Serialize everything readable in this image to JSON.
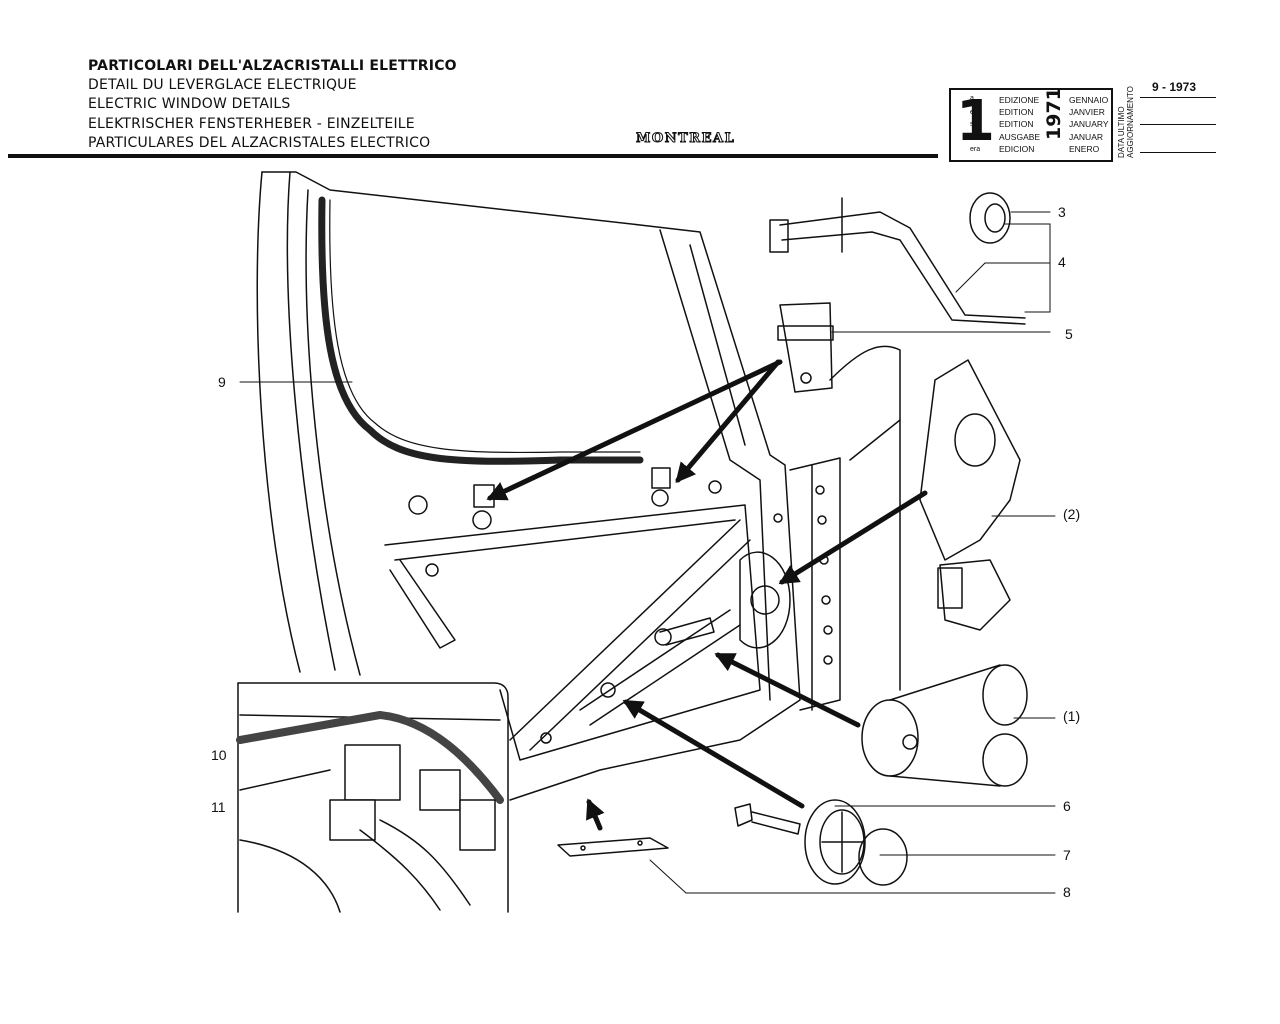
{
  "header": {
    "titles": [
      "PARTICOLARI DELL'ALZACRISTALLI ELETTRICO",
      "DETAIL DU LEVERGLACE ELECTRIQUE",
      "ELECTRIC WINDOW DETAILS",
      "ELEKTRISCHER FENSTERHEBER - EINZELTEILE",
      "PARTICULARES  DEL ALZACRISTALES ELECTRICO"
    ],
    "brand": "MONTREAL"
  },
  "edition": {
    "number": "1",
    "suffixes": [
      "a",
      "ere",
      "st",
      ".",
      "era"
    ],
    "words": [
      "EDIZIONE",
      "EDITION",
      "EDITION",
      "AUSGABE",
      "EDICION"
    ],
    "year": "1971",
    "months": [
      "GENNAIO",
      "JANVIER",
      "JANUARY",
      "JANUAR",
      "ENERO"
    ]
  },
  "update": {
    "label_line1": "DATA ULTIMO",
    "label_line2": "AGGIORNAMENTO",
    "date": "9 - 1973"
  },
  "callouts": {
    "c1": "(1)",
    "c2": "(2)",
    "c3": "3",
    "c4": "4",
    "c5": "5",
    "c6": "6",
    "c7": "7",
    "c8": "8",
    "c9": "9",
    "c10": "10",
    "c11": "11"
  }
}
